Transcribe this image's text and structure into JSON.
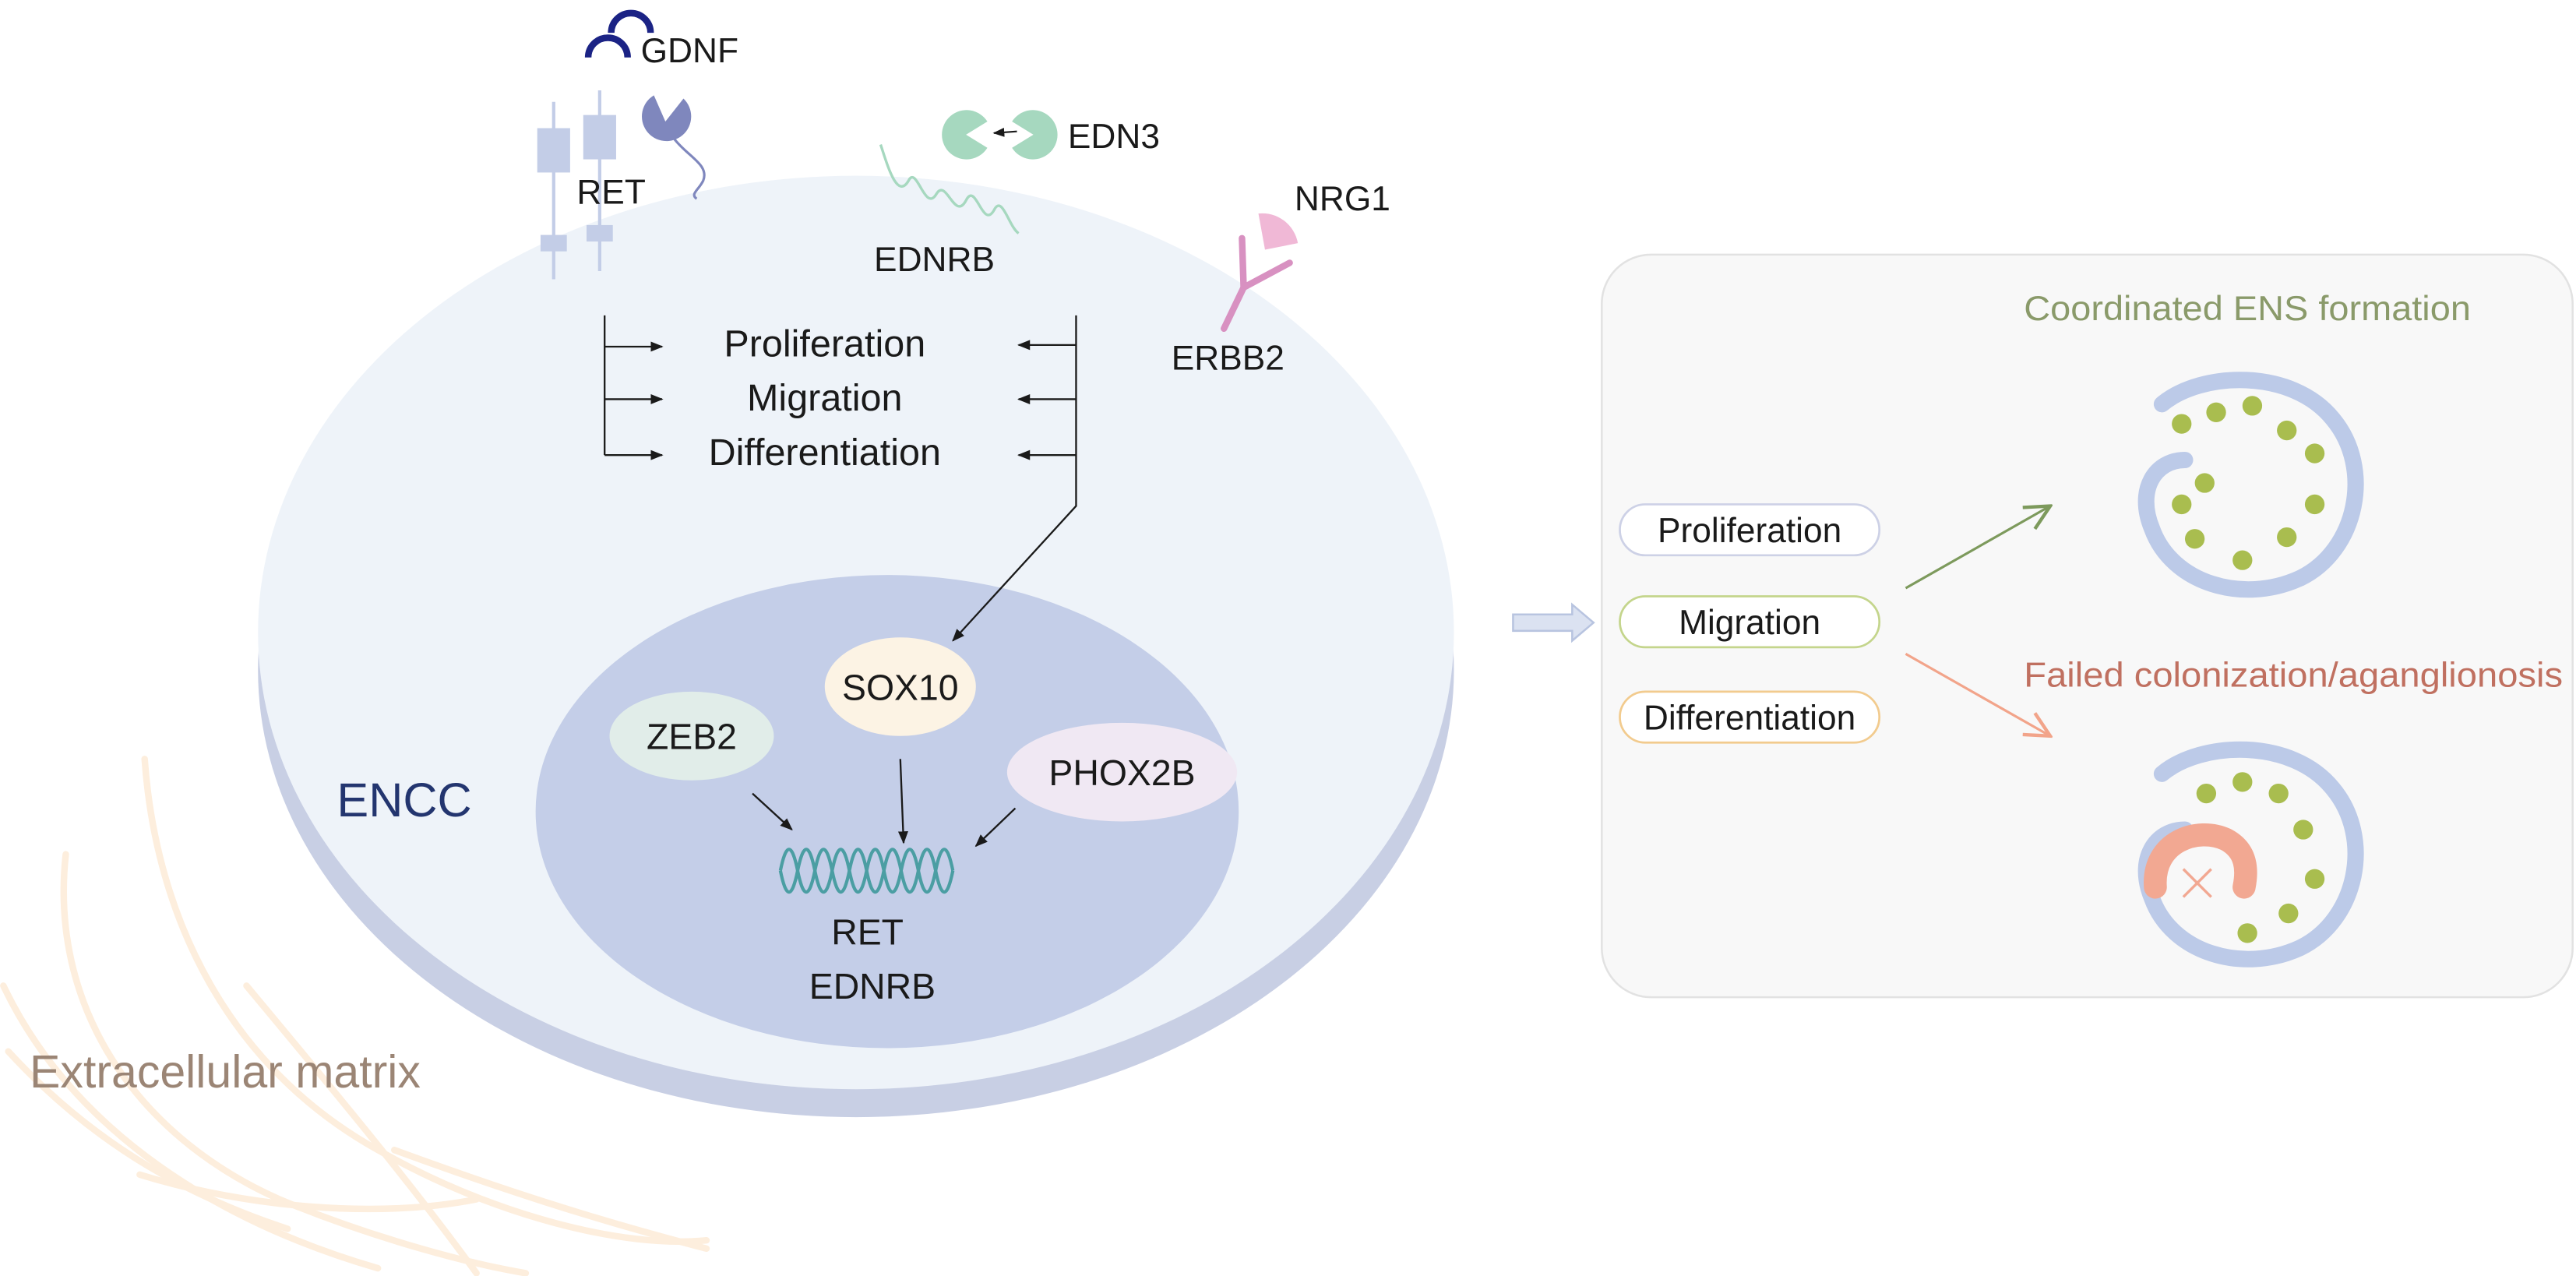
{
  "diagram": {
    "cell_label": "ENCC",
    "matrix_label": "Extracellular matrix",
    "ligands": {
      "gdnf": "GDNF",
      "edn3": "EDN3",
      "nrg1": "NRG1"
    },
    "receptors": {
      "ret": "RET",
      "ednrb": "EDNRB",
      "erbb2": "ERBB2"
    },
    "cell_processes": [
      "Proliferation",
      "Migration",
      "Differentiation"
    ],
    "transcription_factors": {
      "sox10": "SOX10",
      "zeb2": "ZEB2",
      "phox2b": "PHOX2B"
    },
    "target_genes": [
      "RET",
      "EDNRB"
    ]
  },
  "outcomes": {
    "processes": [
      "Proliferation",
      "Migration",
      "Differentiation"
    ],
    "success_label": "Coordinated ENS formation",
    "failure_label": "Failed colonization/aganglionosis"
  },
  "colors": {
    "cell": "#eef3f9",
    "cell_shadow": "#c8cfe4",
    "nucleus": "#c4cee8",
    "gdnf": "#1b2385",
    "edn3": "#a6d8bf",
    "nrg1": "#f0b8d6",
    "erbb2": "#d891c1",
    "dna": "#4b9ea3",
    "ganglia": "#a9bd4f",
    "gut": "#bccae8",
    "aganglionic": "#f2a892",
    "success": "#7d9a5c",
    "failure": "#f2a48a"
  }
}
